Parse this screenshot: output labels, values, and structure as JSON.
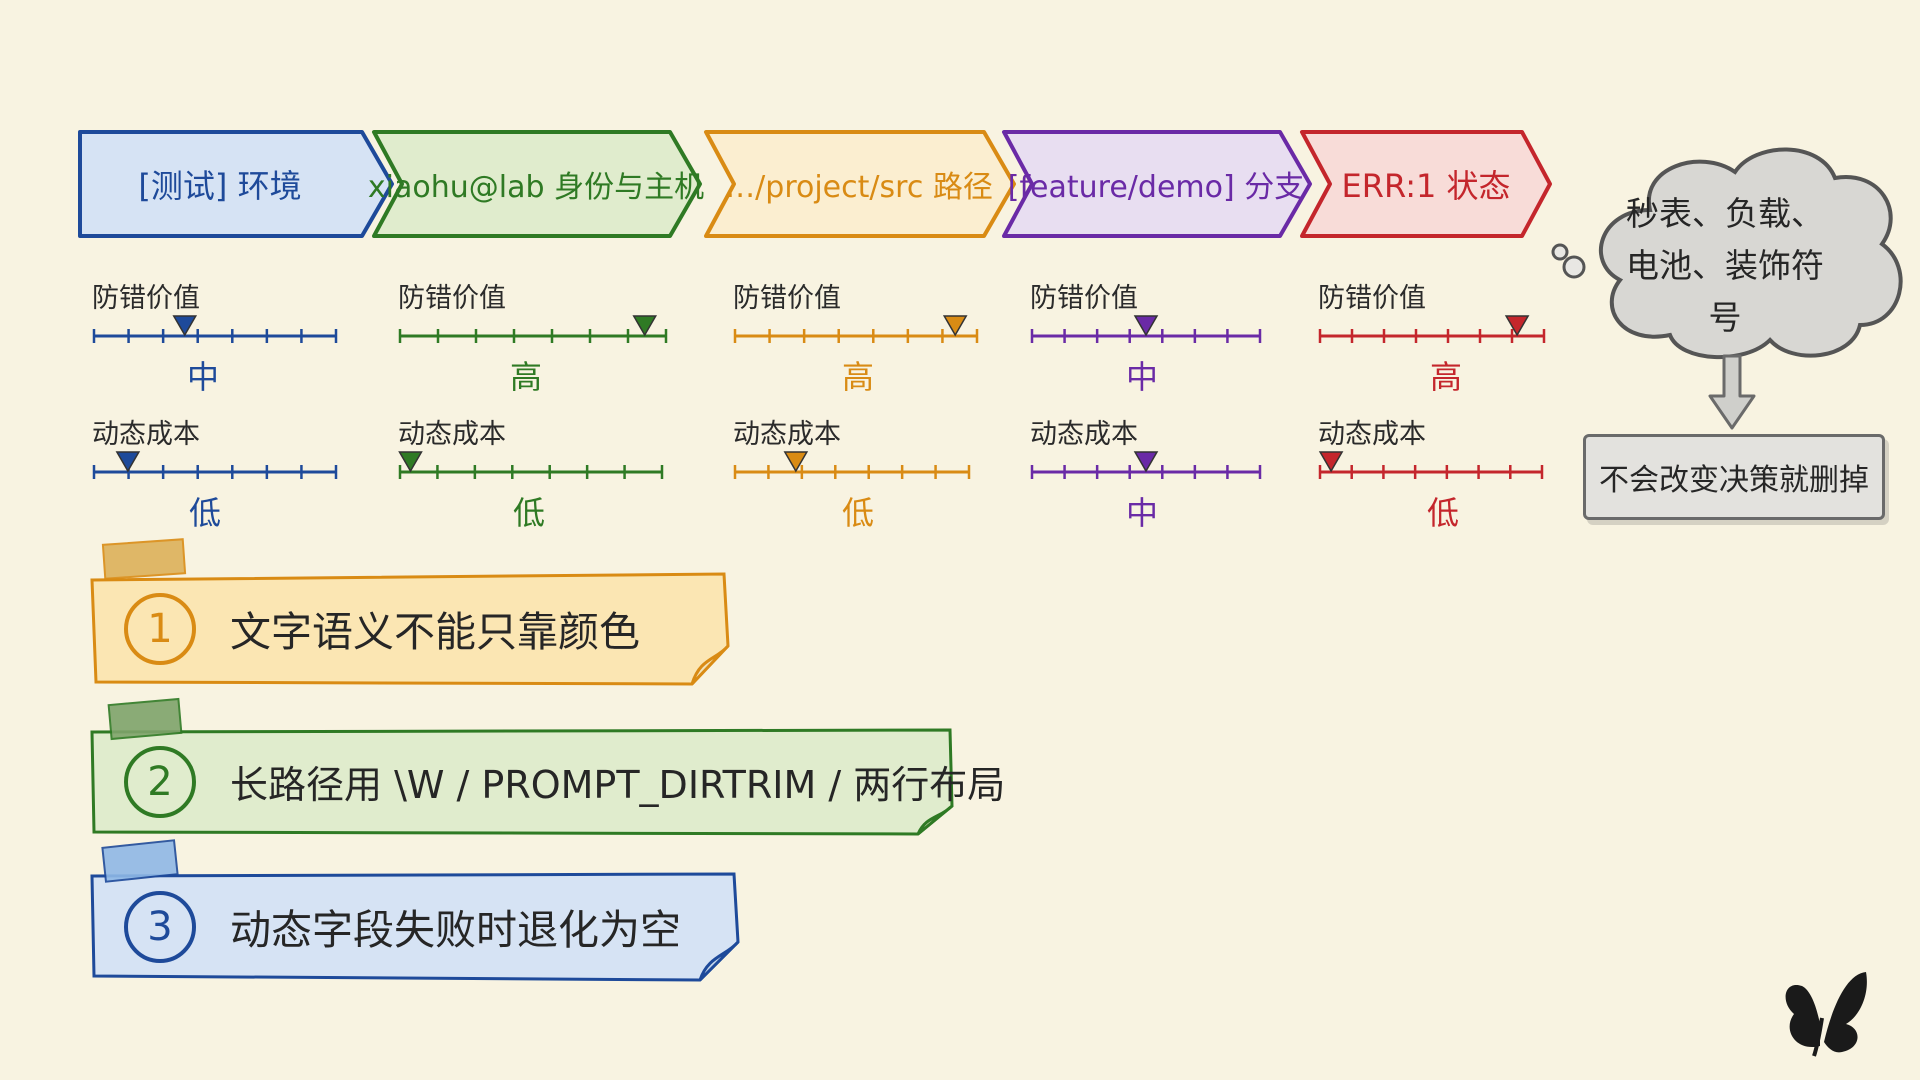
{
  "segments": [
    {
      "label": "[测试] 环境",
      "color": "#1e4a9a",
      "fill": "#d6e3f4"
    },
    {
      "label": "xiaohu@lab 身份与主机",
      "color": "#2f7a24",
      "fill": "#e0eccd"
    },
    {
      "label": "…/project/src 路径",
      "color": "#d98b14",
      "fill": "#fbeed0"
    },
    {
      "label": "[feature/demo] 分支",
      "color": "#6a2aa6",
      "fill": "#e8def1"
    },
    {
      "label": "ERR:1 状态",
      "color": "#c4262c",
      "fill": "#f8dcd8"
    }
  ],
  "metrics": {
    "value_title": "防错价值",
    "cost_title": "动态成本"
  },
  "levels": {
    "high": "高",
    "mid": "中",
    "low": "低"
  },
  "gauges": [
    {
      "value_level": "中",
      "value_pos": 0.375,
      "cost_level": "低",
      "cost_pos": 0.14
    },
    {
      "value_level": "高",
      "value_pos": 0.92,
      "cost_level": "低",
      "cost_pos": 0.04
    },
    {
      "value_level": "高",
      "value_pos": 0.91,
      "cost_level": "低",
      "cost_pos": 0.26
    },
    {
      "value_level": "中",
      "value_pos": 0.5,
      "cost_level": "中",
      "cost_pos": 0.5
    },
    {
      "value_level": "高",
      "value_pos": 0.88,
      "cost_level": "低",
      "cost_pos": 0.05
    }
  ],
  "cloud": {
    "line1": "秒表、负载、",
    "line2": "电池、装饰符号",
    "color": "#d8d7d3"
  },
  "remove_box": {
    "label": "不会改变决策就删掉"
  },
  "principles": [
    {
      "number": "1",
      "text": "文字语义不能只靠颜色",
      "color": "#d98b14",
      "fill": "#fbe6b3",
      "tab": "#ddb15a"
    },
    {
      "number": "2",
      "text": "长路径用 \\W / PROMPT_DIRTRIM / 两行布局",
      "color": "#2f7a24",
      "fill": "#e0eccd",
      "tab": "#7fa46b"
    },
    {
      "number": "3",
      "text": "动态字段失败时退化为空",
      "color": "#1e4a9a",
      "fill": "#d6e3f4",
      "tab": "#8fb8e6"
    }
  ]
}
